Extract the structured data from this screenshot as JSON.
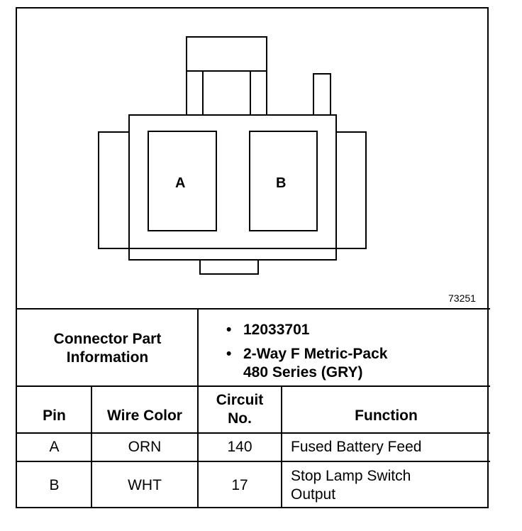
{
  "figure_number": "73251",
  "connector": {
    "pin_labels": [
      "A",
      "B"
    ]
  },
  "connector_part_information": {
    "label_line1": "Connector Part",
    "label_line2": "Information",
    "bullet": "•",
    "items": [
      {
        "line1": "12033701",
        "line2": ""
      },
      {
        "line1": "2-Way F Metric-Pack",
        "line2": "480 Series (GRY)"
      }
    ]
  },
  "table": {
    "headers": {
      "pin": "Pin",
      "wire_color": "Wire Color",
      "circuit_line1": "Circuit",
      "circuit_line2": "No.",
      "function": "Function"
    },
    "rows": [
      {
        "pin": "A",
        "wire_color": "ORN",
        "circuit": "140",
        "function_line1": "Fused Battery Feed",
        "function_line2": ""
      },
      {
        "pin": "B",
        "wire_color": "WHT",
        "circuit": "17",
        "function_line1": "Stop Lamp Switch",
        "function_line2": "Output"
      }
    ]
  }
}
